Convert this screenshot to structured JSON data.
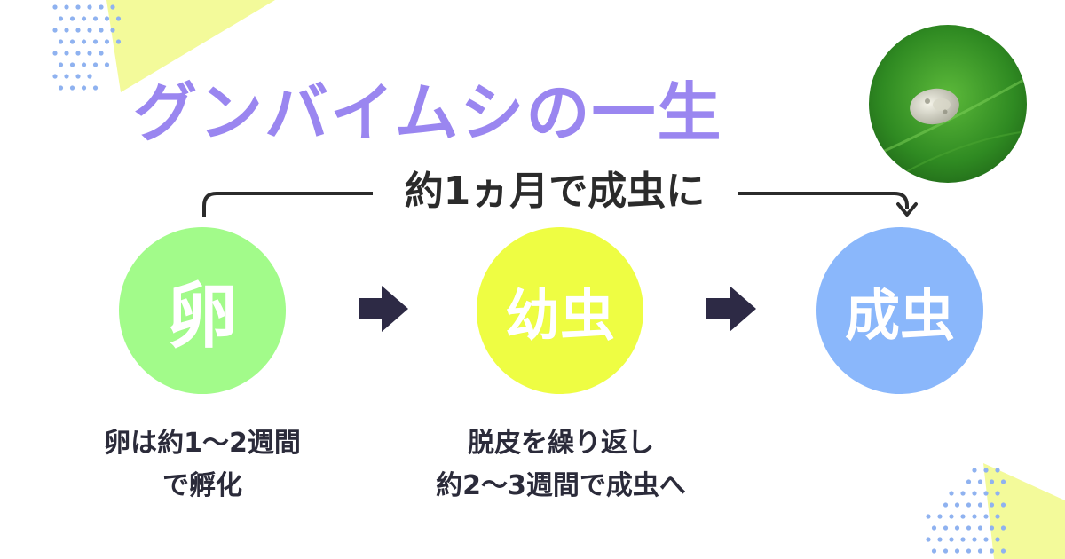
{
  "title": "グンバイムシの一生",
  "photo": {
    "alt": "グンバイムシ"
  },
  "duration_label": "約1ヵ月で成虫に",
  "stages": [
    {
      "label": "卵",
      "color": "#a2fb8a"
    },
    {
      "label": "幼虫",
      "color": "#eefd43"
    },
    {
      "label": "成虫",
      "color": "#8ab7fb"
    }
  ],
  "descriptions": [
    {
      "line1": "卵は約1〜2週間",
      "line2": "で孵化"
    },
    {
      "line1": "脱皮を繰り返し",
      "line2": "約2〜3週間で成虫へ"
    }
  ],
  "colors": {
    "title": "#9a86f0",
    "arrow": "#2d2a45",
    "accent_triangle": "#f3fa9a",
    "dots": "#8fb2f0"
  },
  "icons": {
    "stage_arrow": "right-arrow-icon",
    "bracket_arrow": "down-arrowhead-icon"
  }
}
